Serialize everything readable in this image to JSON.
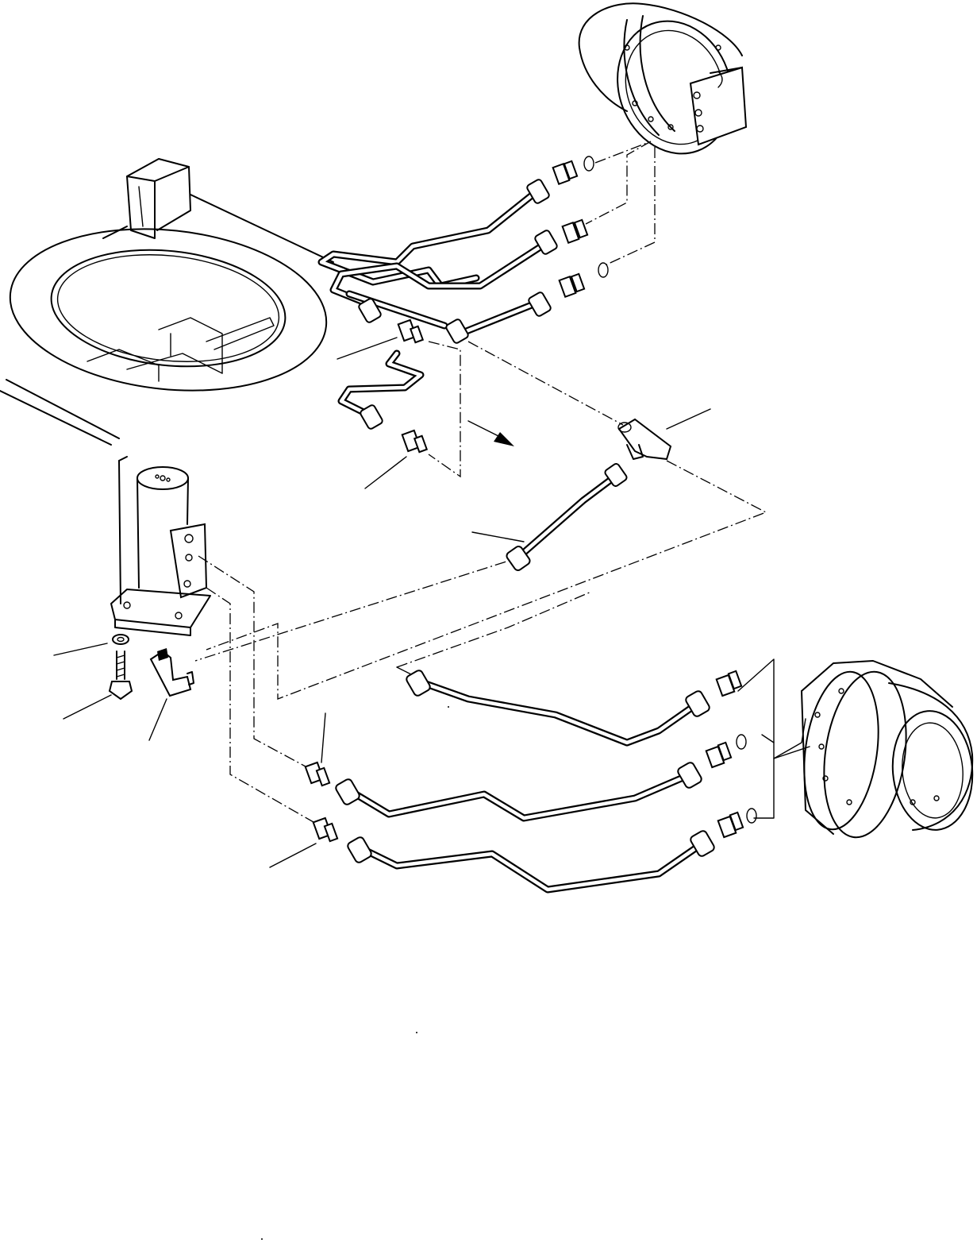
{
  "diagram": {
    "type": "exploded hydraulic piping parts diagram",
    "components": [
      "travel-motor-upper-right",
      "travel-motor-lower-right",
      "swivel-joint",
      "revolving-frame-ring",
      "tee-fitting",
      "tubes",
      "elbow-fitting",
      "bolt",
      "washer"
    ],
    "callout_labels": []
  }
}
